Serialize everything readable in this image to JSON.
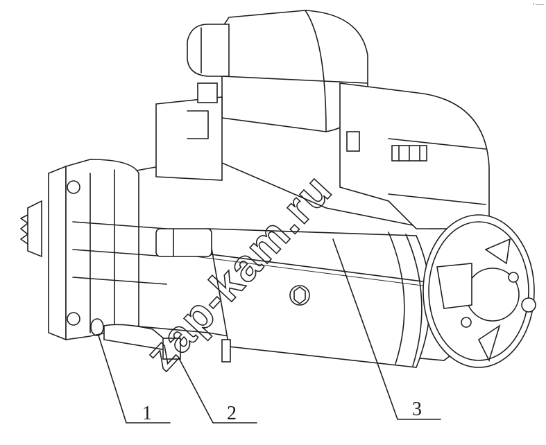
{
  "diagram": {
    "watermark": "zap-kam.ru",
    "corner_mark": "• ——",
    "callouts": [
      {
        "id": "1",
        "label": "1"
      },
      {
        "id": "2",
        "label": "2"
      },
      {
        "id": "3",
        "label": "3"
      }
    ]
  },
  "colors": {
    "line": "#1e1e1e",
    "background": "#ffffff"
  }
}
